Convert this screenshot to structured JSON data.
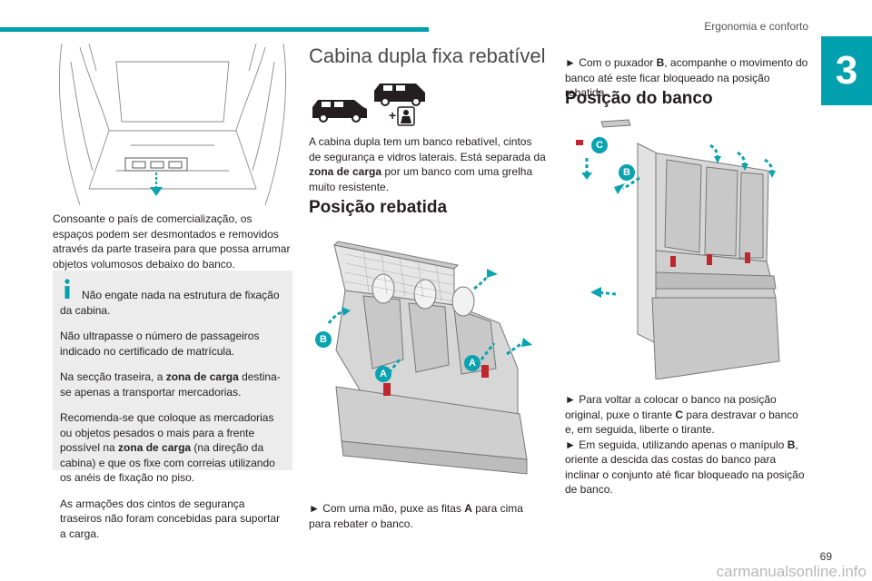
{
  "header": {
    "section": "Ergonomia e conforto",
    "chapter": "3"
  },
  "left": {
    "paragraph": "Consoante o país de comercialização, os espaços podem ser desmontados e removidos através da parte traseira para que possa arrumar objetos volumosos debaixo do banco.",
    "info": {
      "line1": "Não engate nada na estrutura de fixação da cabina.",
      "line2": "Não ultrapasse o número de passageiros indicado no certificado de matrícula.",
      "line3_pre": "Na secção traseira, a ",
      "line3_bold": "zona de carga",
      "line3_post": " destina-se apenas a transportar mercadorias.",
      "line4_pre": "Recomenda-se que coloque as mercadorias ou objetos pesados o mais para a frente possível na ",
      "line4_bold": "zona de carga",
      "line4_post": " (na direção da cabina) e que os fixe com correias utilizando os anéis de fixação no piso.",
      "line5": "As armações dos cintos de segurança traseiros não foram concebidas para suportar a carga."
    }
  },
  "middle": {
    "title": "Cabina dupla fixa rebatível",
    "intro_pre": "A cabina dupla tem um banco rebatível, cintos de segurança e vidros laterais. Está separada da ",
    "intro_bold": "zona de carga",
    "intro_post": " por um banco com uma grelha muito resistente.",
    "subtitle": "Posição rebatida",
    "step_pre": "► Com uma mão, puxe as fitas ",
    "step_bold": "A",
    "step_post": " para cima para rebater o banco.",
    "label_a": "A",
    "label_b": "B"
  },
  "right": {
    "step1_pre": "► Com o puxador ",
    "step1_bold": "B",
    "step1_post": ", acompanhe o movimento do banco até este ficar bloqueado na posição rebatida.",
    "subtitle": "Posição do banco",
    "step2_pre": "► Para voltar a colocar o banco na posição original, puxe o tirante ",
    "step2_bold": "C",
    "step2_post": " para destravar o banco e, em seguida, liberte o tirante.",
    "step3_pre": "► Em seguida, utilizando apenas o manípulo ",
    "step3_bold": "B",
    "step3_post": ", oriente a descida das costas do banco para inclinar o conjunto até ficar bloqueado na posição de banco.",
    "label_b": "B",
    "label_c": "C"
  },
  "footer": {
    "page": "69",
    "watermark": "carmanualsonline.info"
  },
  "colors": {
    "accent": "#00a0af",
    "arrow": "#0aa3b0",
    "strap": "#c0262d",
    "infobox": "#ececec"
  }
}
